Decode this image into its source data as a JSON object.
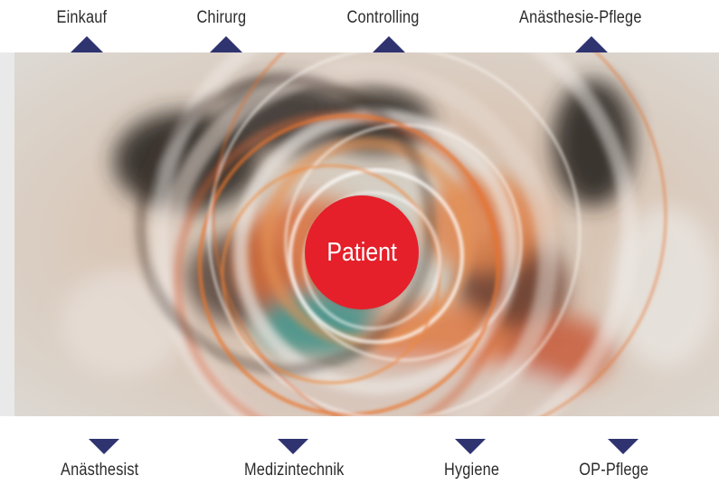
{
  "top_labels": [
    "Einkauf",
    "Chirurg",
    "Controlling",
    "Anästhesie-Pflege"
  ],
  "bottom_labels": [
    "Anästhesist",
    "Medizintechnik",
    "Hygiene",
    "OP-Pflege"
  ],
  "center_label": "Patient",
  "colors": {
    "accent_red": "#e5202a",
    "marker_navy": "#2f3370",
    "side_strip_gray": "#e9e9ea"
  }
}
